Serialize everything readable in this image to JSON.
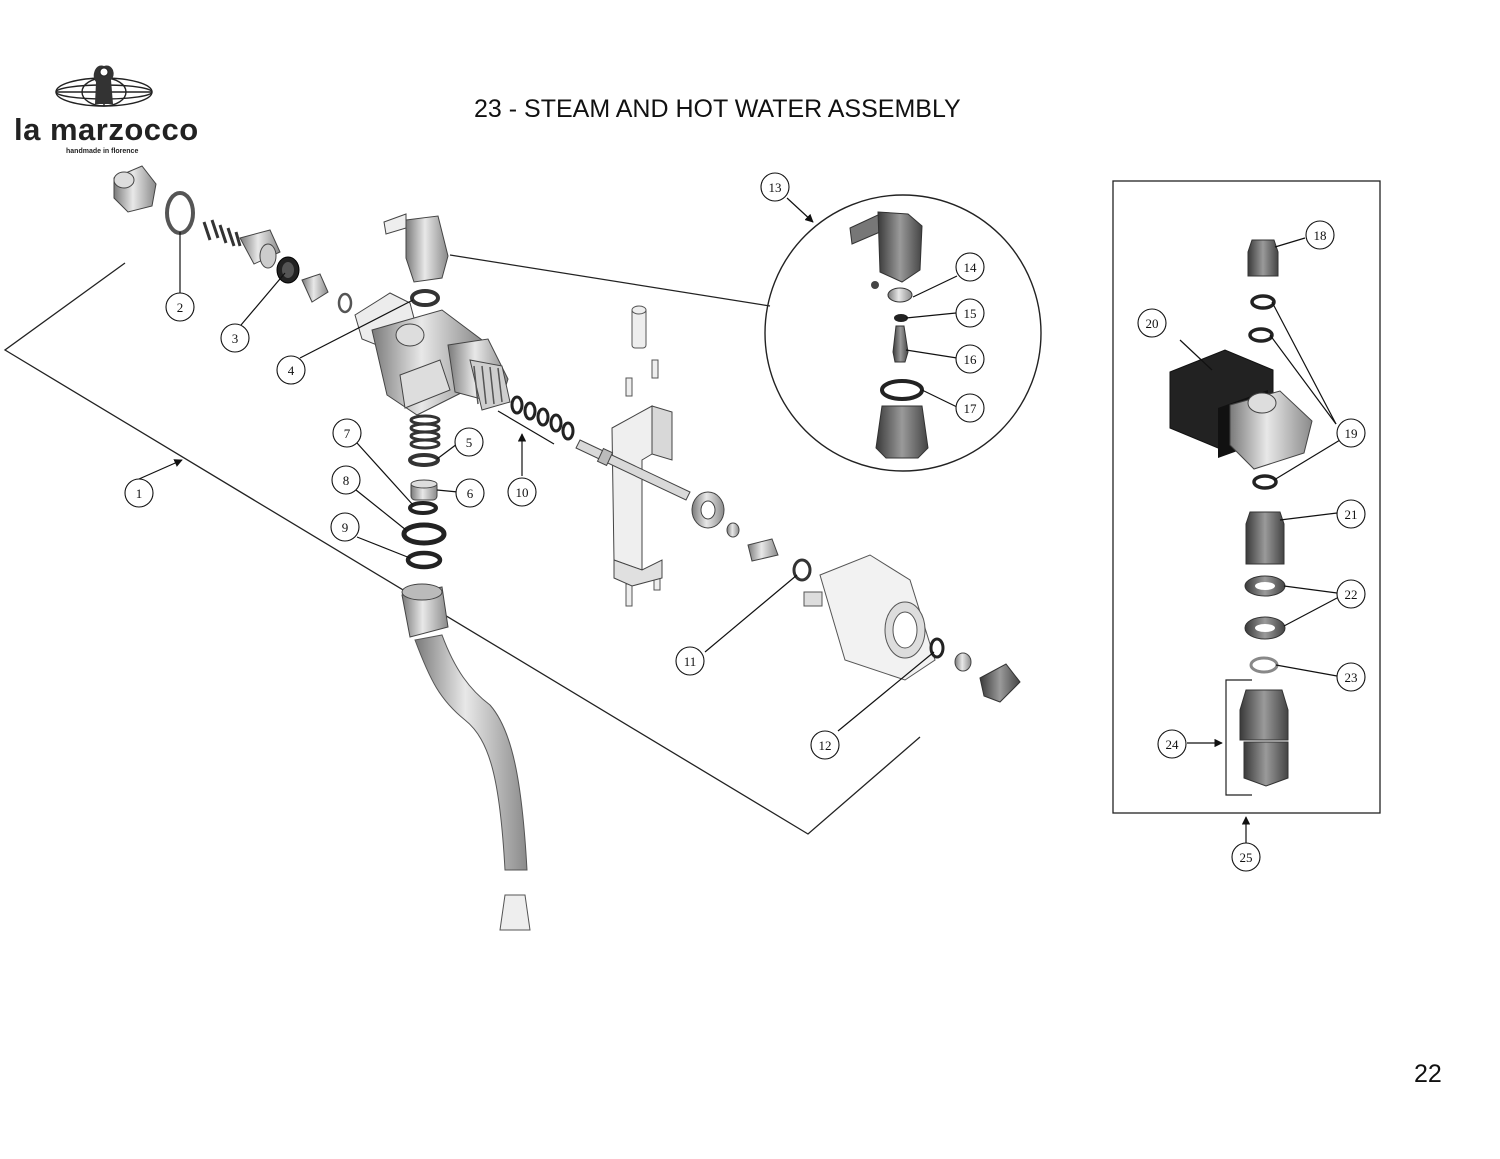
{
  "brand": {
    "name": "la marzocco",
    "tagline": "handmade in florence",
    "logo_icon": "lion-globe-logo-icon"
  },
  "page": {
    "title": "23 - STEAM AND HOT WATER ASSEMBLY",
    "number": "22"
  },
  "callouts": [
    "1",
    "2",
    "3",
    "4",
    "5",
    "6",
    "7",
    "8",
    "9",
    "10",
    "11",
    "12",
    "13",
    "14",
    "15",
    "16",
    "17",
    "18",
    "19",
    "20",
    "21",
    "22",
    "23",
    "24",
    "25"
  ]
}
